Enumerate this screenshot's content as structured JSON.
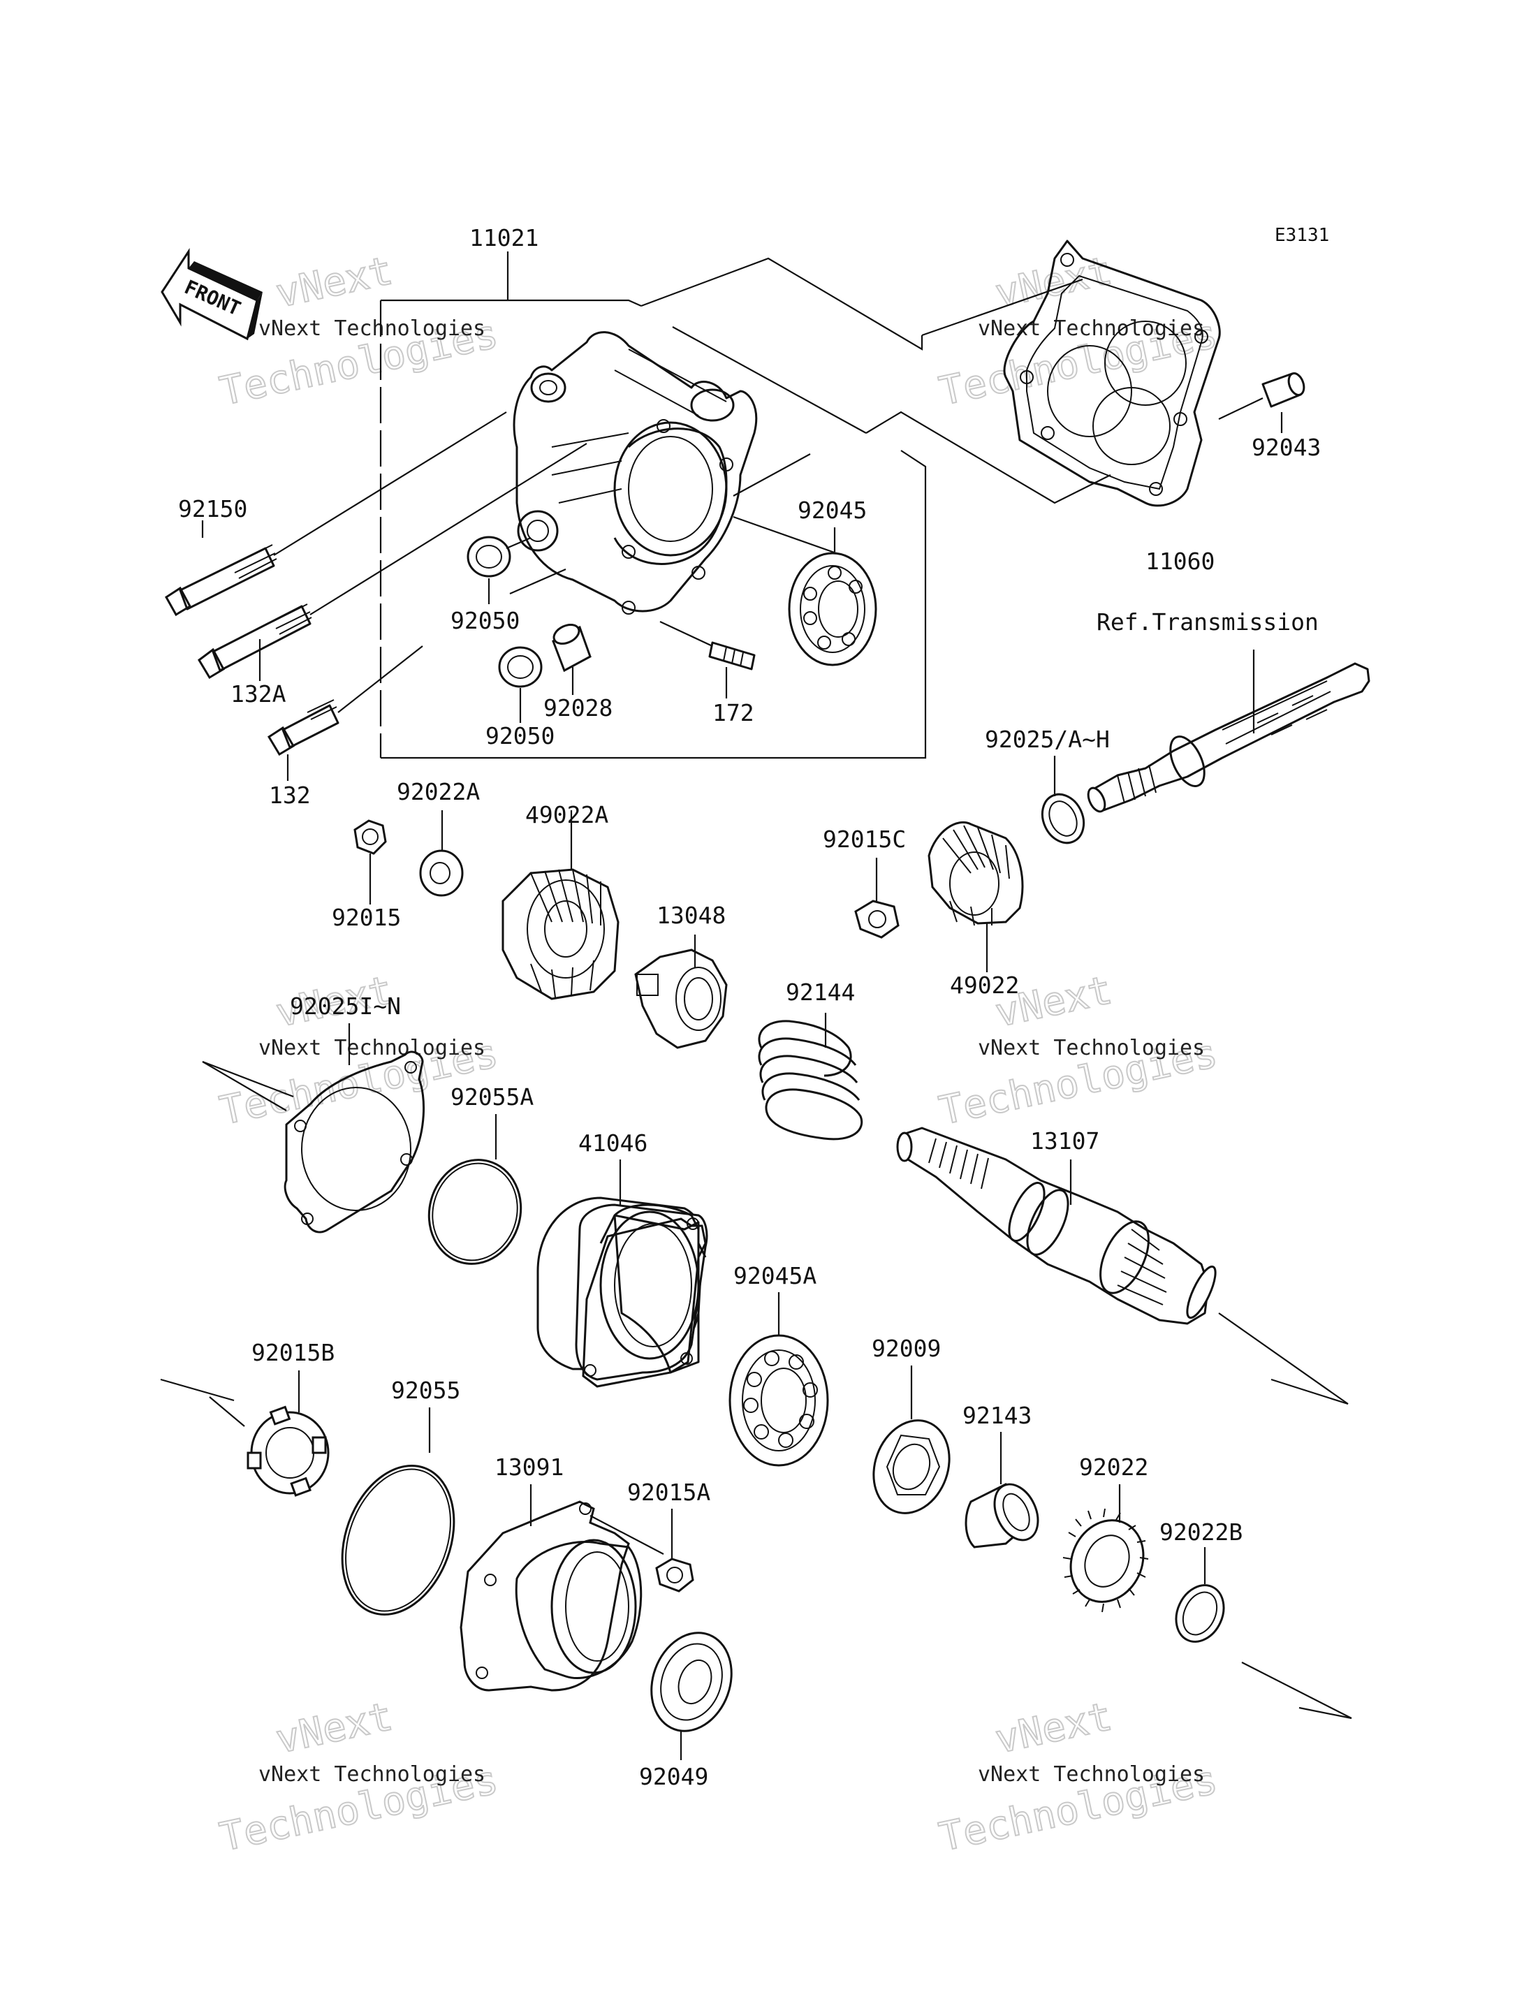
{
  "diagram_code": "E3131",
  "front_arrow_label": "FRONT",
  "reference_label": "Ref.Transmission",
  "watermark": {
    "line1": "vNext Technologies",
    "line2": "Technologies"
  },
  "parts": {
    "p11021": "11021",
    "p11060": "11060",
    "p92043": "92043",
    "p92150": "92150",
    "p92045": "92045",
    "p92050_a": "92050",
    "p92050_b": "92050",
    "p92028": "92028",
    "p172": "172",
    "p132A": "132A",
    "p132": "132",
    "p92025AH": "92025/A~H",
    "p92022A": "92022A",
    "p49022A": "49022A",
    "p92015C": "92015C",
    "p92015": "92015",
    "p13048": "13048",
    "p49022": "49022",
    "p92144": "92144",
    "p92025IN": "92025I~N",
    "p92055A": "92055A",
    "p41046": "41046",
    "p13107": "13107",
    "p92045A": "92045A",
    "p92015B": "92015B",
    "p92009": "92009",
    "p92055": "92055",
    "p92143": "92143",
    "p13091": "13091",
    "p92015A": "92015A",
    "p92022": "92022",
    "p92022B": "92022B",
    "p92049": "92049"
  }
}
